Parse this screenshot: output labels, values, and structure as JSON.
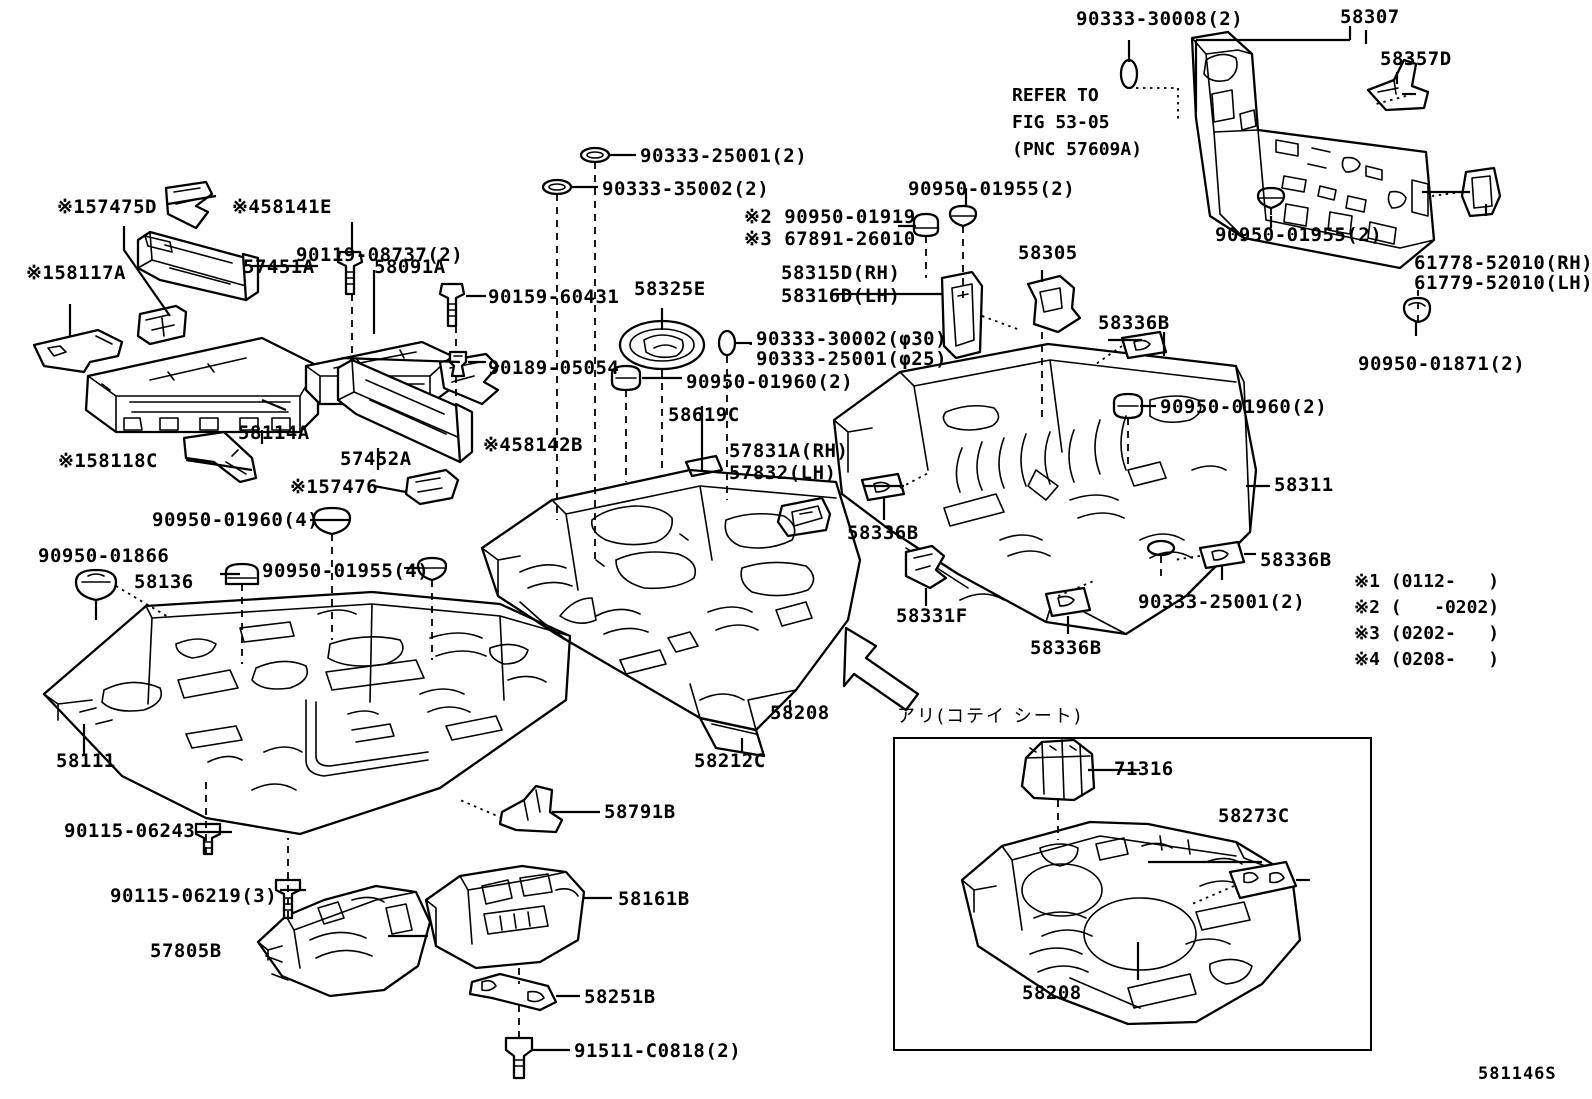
{
  "diagram": {
    "drawing_id": "581146S",
    "reference_note": "REFER TO\nFIG 53-05\n(PNC 57609A)",
    "inset_caption": "アリ(コテイ シート)"
  },
  "legend": {
    "items": [
      "※1 (0112-   )",
      "※2 (   -0202)",
      "※3 (0202-   )",
      "※4 (0208-   )"
    ]
  },
  "labels": {
    "l_57475d": "※157475D",
    "l_58141e": "※458141E",
    "l_90119": "90119-08737(2)",
    "l_57451a": "57451A",
    "l_58091a": "58091A",
    "l_58117a": "※158117A",
    "l_90159": "90159-60431",
    "l_58325e": "58325E",
    "l_90189": "90189-05054",
    "l_58114a": "58114A",
    "l_57452a": "57452A",
    "l_58118c": "※158118C",
    "l_57476": "※157476",
    "l_58142b": "※458142B",
    "l_90333_25001_top": "90333-25001(2)",
    "l_90333_35002": "90333-35002(2)",
    "l_90950_01919": "※2 90950-01919",
    "l_67891": "※3 67891-26010",
    "l_58315d": "58315D(RH)",
    "l_58316d": "58316D(LH)",
    "l_90333_30002_phi30": "90333-30002(φ30)",
    "l_90333_25001_phi25": "90333-25001(φ25)",
    "l_90950_01960_2a": "90950-01960(2)",
    "l_58619c": "58619C",
    "l_57831a": "57831A(RH)",
    "l_57832": "57832(LH)",
    "l_90333_30008": "90333-30008(2)",
    "l_58307": "58307",
    "l_58357d": "58357D",
    "l_90950_01955_2a": "90950-01955(2)",
    "l_90950_01955_2b": "90950-01955(2)",
    "l_58305": "58305",
    "l_58336b_1": "58336B",
    "l_58336b_2": "58336B",
    "l_58336b_3": "58336B",
    "l_58336b_4": "58336B",
    "l_61778": "61778-52010(RH)",
    "l_61779": "61779-52010(LH)",
    "l_90950_01871": "90950-01871(2)",
    "l_90950_01960_2b": "90950-01960(2)",
    "l_58311": "58311",
    "l_58331f": "58331F",
    "l_90333_25001_2b": "90333-25001(2)",
    "l_90950_01960_4": "90950-01960(4)",
    "l_90950_01866": "90950-01866",
    "l_58136": "58136",
    "l_90950_01955_4": "90950-01955(4)",
    "l_58111": "58111",
    "l_90115_06243": "90115-06243",
    "l_90115_06219": "90115-06219(3)",
    "l_57805b": "57805B",
    "l_58161b": "58161B",
    "l_58251b": "58251B",
    "l_91511": "91511-C0818(2)",
    "l_58791b": "58791B",
    "l_58208_main": "58208",
    "l_58212c": "58212C",
    "l_71316": "71316",
    "l_58273c": "58273C",
    "l_58208_inset": "58208"
  }
}
